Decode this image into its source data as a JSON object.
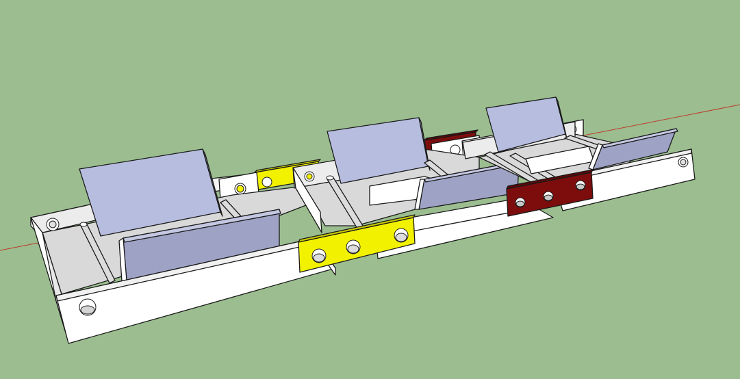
{
  "app": {
    "type": "3d-modeling-viewport"
  },
  "colors": {
    "background": "#9bbd8f",
    "axis_red": "#c0392b",
    "frame_white": "#ffffff",
    "frame_shade": "#e3e3e3",
    "frame_dark": "#cfcfcf",
    "plate_blue": "#b7bddf",
    "plate_blue_dark": "#9ea3c5",
    "link_yellow": "#f2f200",
    "link_yellow_dark": "#c9c900",
    "link_red": "#7d0d0d",
    "link_red_dark": "#5a0808",
    "pin_grey": "#dcdcdc"
  },
  "model": {
    "segments": 3,
    "connecting_links": [
      "yellow",
      "dark-red"
    ],
    "holes_per_link": 3
  }
}
